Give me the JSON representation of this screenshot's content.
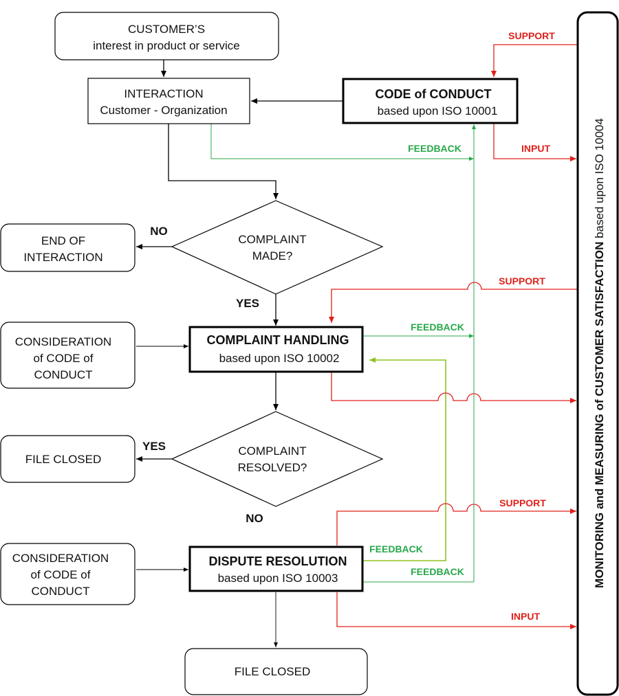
{
  "colors": {
    "support_input": "#e0201b",
    "feedback": "#27a84a",
    "feedback_complaint": "#8dc21f",
    "outline": "#000000",
    "background": "#ffffff"
  },
  "boxes": {
    "customer": {
      "line1": "CUSTOMER’S",
      "line2": "interest in product or service"
    },
    "interaction": {
      "line1": "INTERACTION",
      "line2": "Customer - Organization"
    },
    "code_of_conduct": {
      "title": "CODE of CONDUCT",
      "subtitle": "based upon ISO 10001"
    },
    "end_of_interaction": {
      "line1": "END OF",
      "line2": "INTERACTION"
    },
    "complaint_made": {
      "line1": "COMPLAINT",
      "line2": "MADE?"
    },
    "consideration_1": {
      "line1": "CONSIDERATION",
      "line2": "of CODE of",
      "line3": "CONDUCT"
    },
    "complaint_handling": {
      "title": "COMPLAINT HANDLING",
      "subtitle": "based upon ISO 10002"
    },
    "file_closed_1": {
      "label": "FILE CLOSED"
    },
    "complaint_resolved": {
      "line1": "COMPLAINT",
      "line2": "RESOLVED?"
    },
    "consideration_2": {
      "line1": "CONSIDERATION",
      "line2": "of CODE of",
      "line3": "CONDUCT"
    },
    "dispute_resolution": {
      "title": "DISPUTE RESOLUTION",
      "subtitle": "based upon ISO 10003"
    },
    "file_closed_2": {
      "label": "FILE CLOSED"
    }
  },
  "monitoring": {
    "bold_text": "MONITORING and MEASURING of CUSTOMER SATISFACTION",
    "regular_text": "based upon ISO 10004"
  },
  "labels": {
    "support_1": "SUPPORT",
    "input_1": "INPUT",
    "feedback_1": "FEEDBACK",
    "no_1": "NO",
    "yes_1": "YES",
    "support_2": "SUPPORT",
    "feedback_2": "FEEDBACK",
    "yes_2": "YES",
    "no_2": "NO",
    "support_3": "SUPPORT",
    "feedback_3": "FEEDBACK",
    "feedback_4": "FEEDBACK",
    "input_2": "INPUT"
  }
}
